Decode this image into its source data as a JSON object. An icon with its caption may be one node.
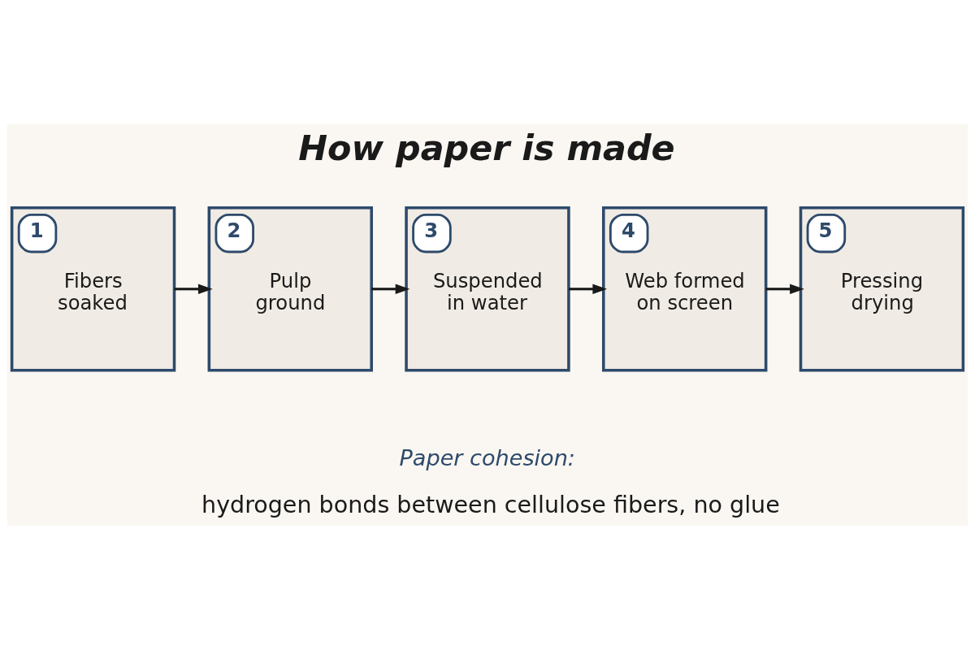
{
  "diagram": {
    "title": "How paper is made",
    "nodes": [
      {
        "text": [
          "1",
          "Fibers soaked"
        ]
      },
      {
        "text": [
          "2",
          "Pulp ground"
        ]
      },
      {
        "text": [
          "3",
          "Suspended in water"
        ]
      },
      {
        "text": [
          "4",
          "Web formed on screen"
        ]
      },
      {
        "text": [
          "5",
          "Pressing drying"
        ]
      }
    ],
    "edges": [
      {
        "from": 0,
        "to": 1,
        "arrow": "to"
      },
      {
        "from": 1,
        "to": 2,
        "arrow": "to"
      },
      {
        "from": 2,
        "to": 3,
        "arrow": "to"
      },
      {
        "from": 3,
        "to": 4,
        "arrow": "to"
      }
    ],
    "labels": [
      "Paper cohesion:",
      "hydrogen bonds between cellulose fibers, no glue"
    ]
  }
}
